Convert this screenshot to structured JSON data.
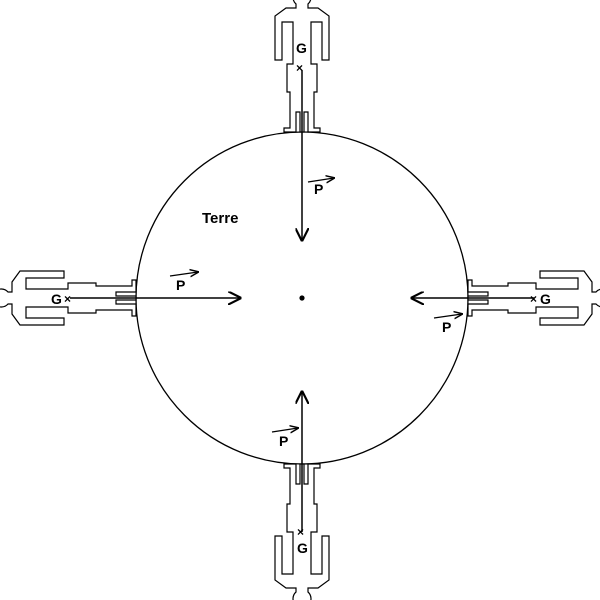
{
  "diagram": {
    "body_label": "Terre",
    "gravity_center_label": "G",
    "weight_label": "P",
    "colors": {
      "stroke": "#000000",
      "background": "#ffffff"
    },
    "people": [
      {
        "position": "top",
        "force_direction": "down"
      },
      {
        "position": "left",
        "force_direction": "right"
      },
      {
        "position": "right",
        "force_direction": "left"
      },
      {
        "position": "bottom",
        "force_direction": "up"
      }
    ]
  }
}
